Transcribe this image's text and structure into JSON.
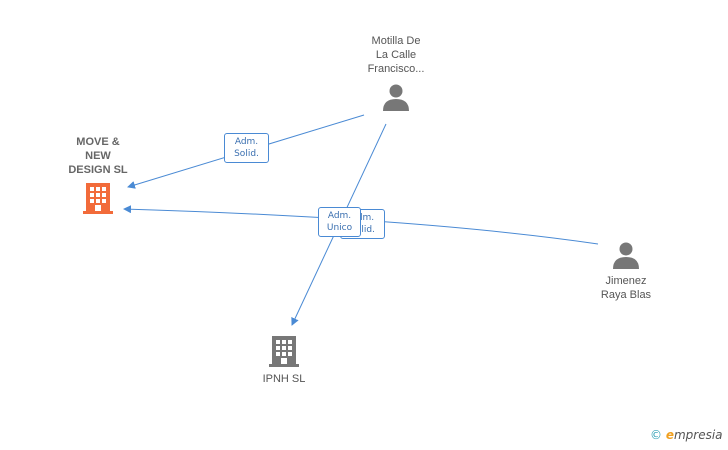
{
  "nodes": {
    "move_new_design": {
      "name_lines": [
        "MOVE &",
        "NEW",
        "DESIGN SL"
      ],
      "color": "#f26b3a"
    },
    "motilla": {
      "name_lines": [
        "Motilla De",
        "La Calle",
        "Francisco..."
      ],
      "color": "#777777"
    },
    "jimenez": {
      "name_lines": [
        "Jimenez",
        "Raya Blas"
      ],
      "color": "#777777"
    },
    "ipnh": {
      "name_lines": [
        "IPNH SL"
      ],
      "color": "#777777"
    }
  },
  "relations": [
    {
      "label_lines": [
        "Adm.",
        "Solid."
      ]
    },
    {
      "label_lines": [
        "Adm.",
        "Solid."
      ]
    },
    {
      "label_lines": [
        "Adm.",
        "Unico"
      ]
    }
  ],
  "edge_color": "#4a8ad4",
  "footer": {
    "copyright": "©",
    "brand_initial": "e",
    "brand_rest": "mpresia"
  }
}
